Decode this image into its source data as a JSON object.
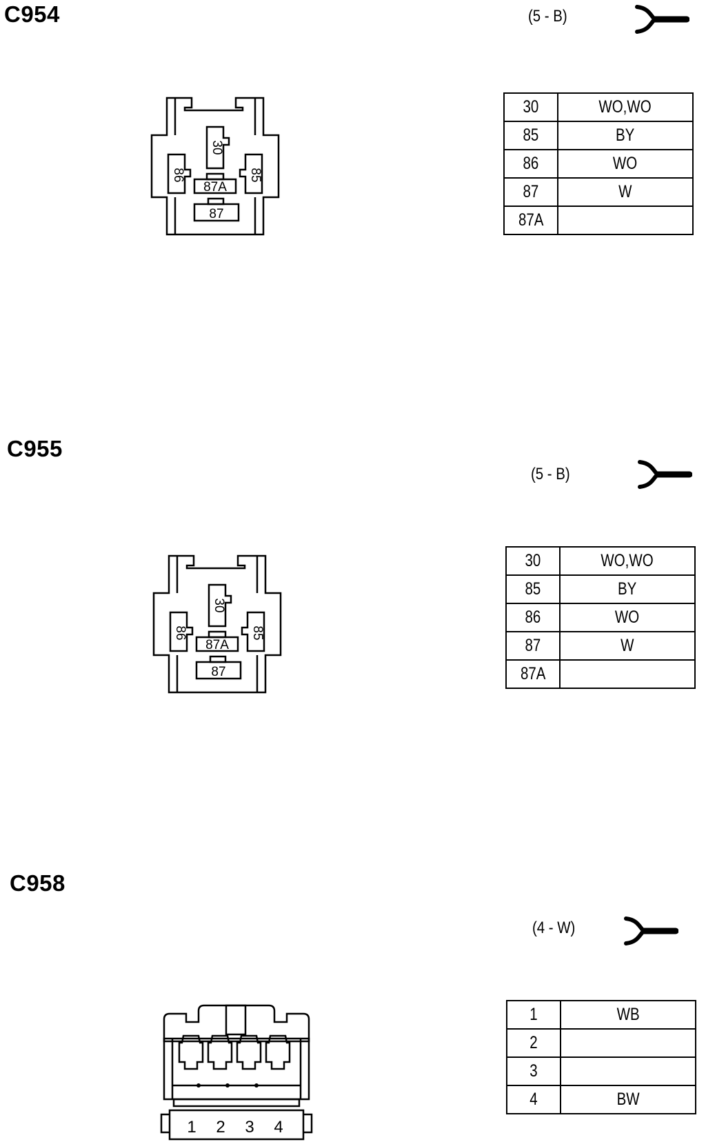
{
  "connectors": [
    {
      "id": "C954",
      "spec": "(5 - B)",
      "face_labels": [
        "30",
        "86",
        "85",
        "87A",
        "87"
      ],
      "pins": [
        {
          "pin": "30",
          "wire": "WO,WO"
        },
        {
          "pin": "85",
          "wire": "BY"
        },
        {
          "pin": "86",
          "wire": "WO"
        },
        {
          "pin": "87",
          "wire": "W"
        },
        {
          "pin": "87A",
          "wire": ""
        }
      ]
    },
    {
      "id": "C955",
      "spec": "(5 - B)",
      "face_labels": [
        "30",
        "86",
        "85",
        "87A",
        "87"
      ],
      "pins": [
        {
          "pin": "30",
          "wire": "WO,WO"
        },
        {
          "pin": "85",
          "wire": "BY"
        },
        {
          "pin": "86",
          "wire": "WO"
        },
        {
          "pin": "87",
          "wire": "W"
        },
        {
          "pin": "87A",
          "wire": ""
        }
      ]
    },
    {
      "id": "C958",
      "spec": "(4 - W)",
      "face_labels": [
        "1",
        "2",
        "3",
        "4"
      ],
      "pins": [
        {
          "pin": "1",
          "wire": "WB"
        },
        {
          "pin": "2",
          "wire": ""
        },
        {
          "pin": "3",
          "wire": ""
        },
        {
          "pin": "4",
          "wire": "BW"
        }
      ]
    }
  ],
  "icons": {
    "harness": "harness-fork-icon"
  }
}
